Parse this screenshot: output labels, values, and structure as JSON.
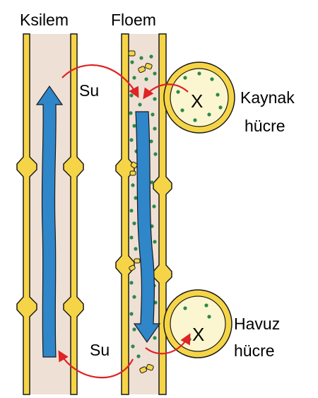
{
  "labels": {
    "xylem": "Ksilem",
    "phloem": "Floem",
    "water_top": "Su",
    "water_bottom": "Su",
    "source_line1": "Kaynak",
    "source_line2": "hücre",
    "sink_line1": "Havuz",
    "sink_line2": "hücre",
    "source_marker": "X",
    "sink_marker": "X"
  },
  "colors": {
    "wall_fill": "#f5d547",
    "wall_stroke": "#1a1a1a",
    "lumen": "#efe0d6",
    "cell_fill": "#fbf6cf",
    "flow_arrow": "#2f86c9",
    "water_arrow": "#e02323",
    "sugar_dot": "#2a8a4a"
  }
}
